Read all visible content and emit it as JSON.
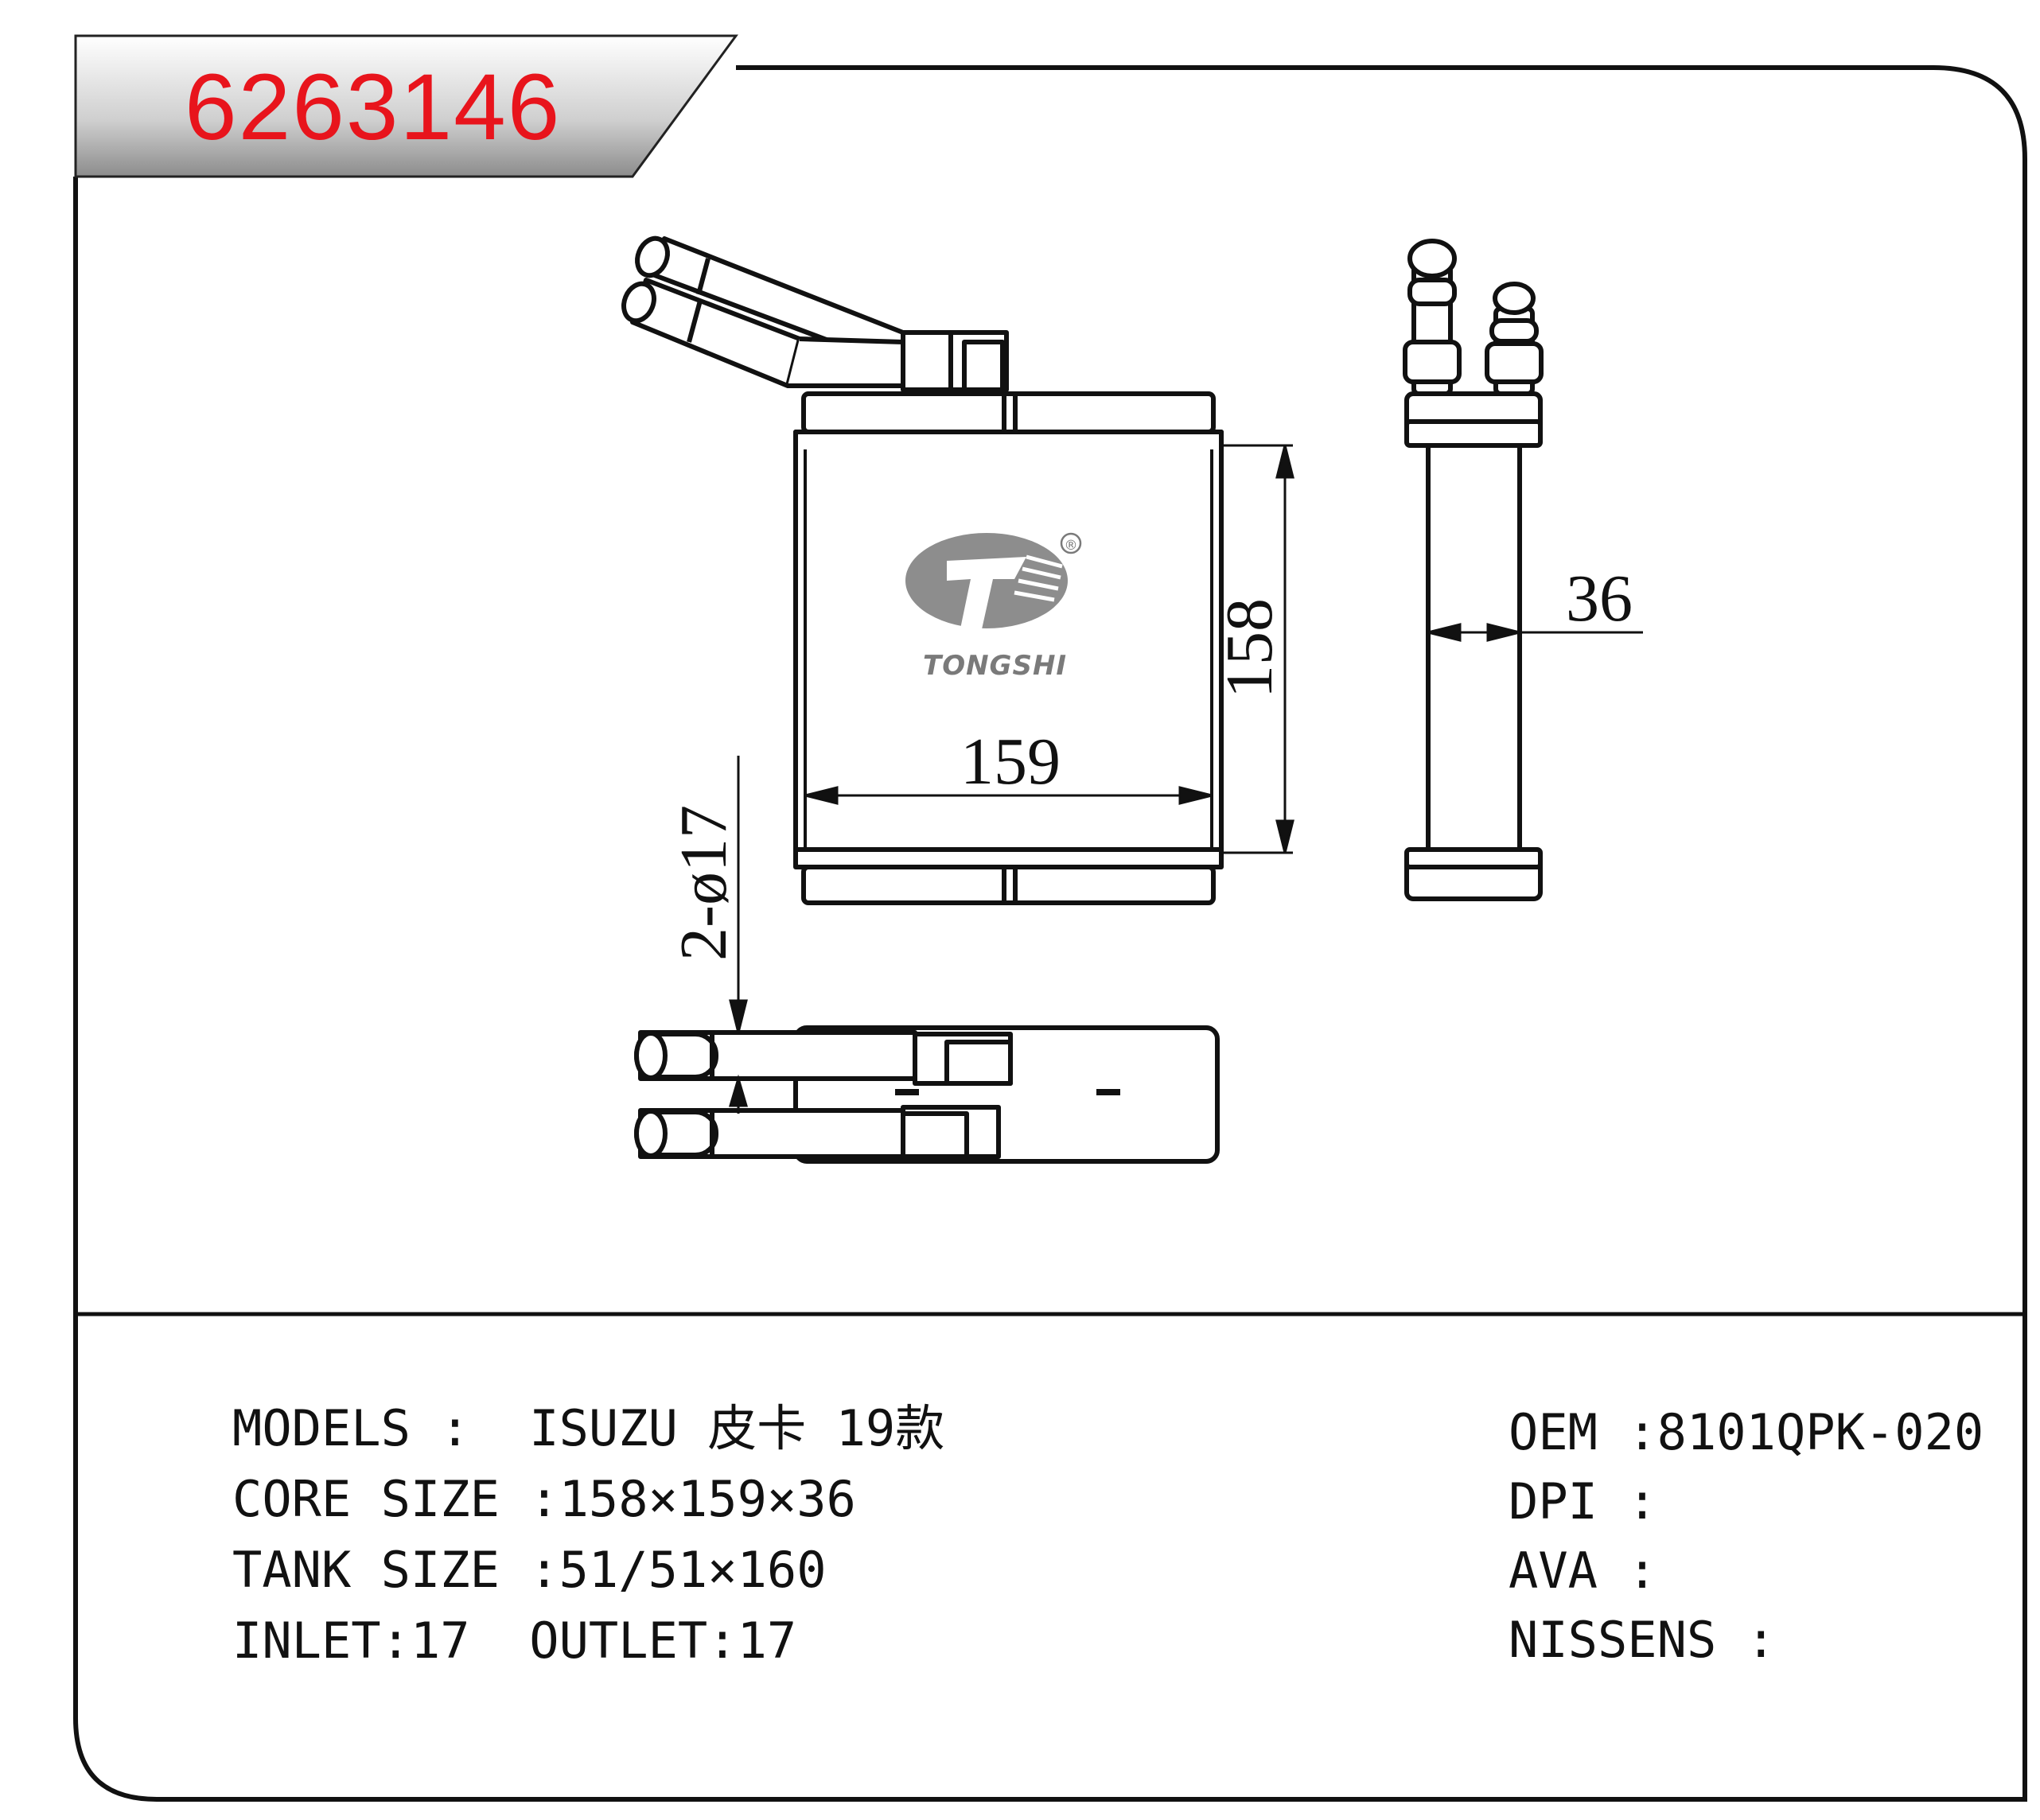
{
  "part_number": "6263146",
  "brand": {
    "name": "TONGSHI",
    "registered_mark": "®"
  },
  "dimensions": {
    "height": "158",
    "width": "159",
    "depth": "36",
    "pipes": "2-ø17"
  },
  "specs_left": [
    {
      "label": "MODELS :  ",
      "value": "ISUZU 皮卡 19款"
    },
    {
      "label": "CORE SIZE ",
      "value": ":158×159×36"
    },
    {
      "label": "TANK SIZE ",
      "value": ":51/51×160"
    },
    {
      "label": "INLET",
      "value": ":17  OUTLET:17"
    }
  ],
  "specs_right": [
    {
      "label": "OEM ",
      "value": ":8101QPK-020"
    },
    {
      "label": "DPI ",
      "value": ":"
    },
    {
      "label": "AVA ",
      "value": ":"
    },
    {
      "label": "NISSENS ",
      "value": ":"
    }
  ],
  "colors": {
    "part_number": "#e8141c",
    "ink": "#111111",
    "logo_gray": "#7a7a7a"
  }
}
